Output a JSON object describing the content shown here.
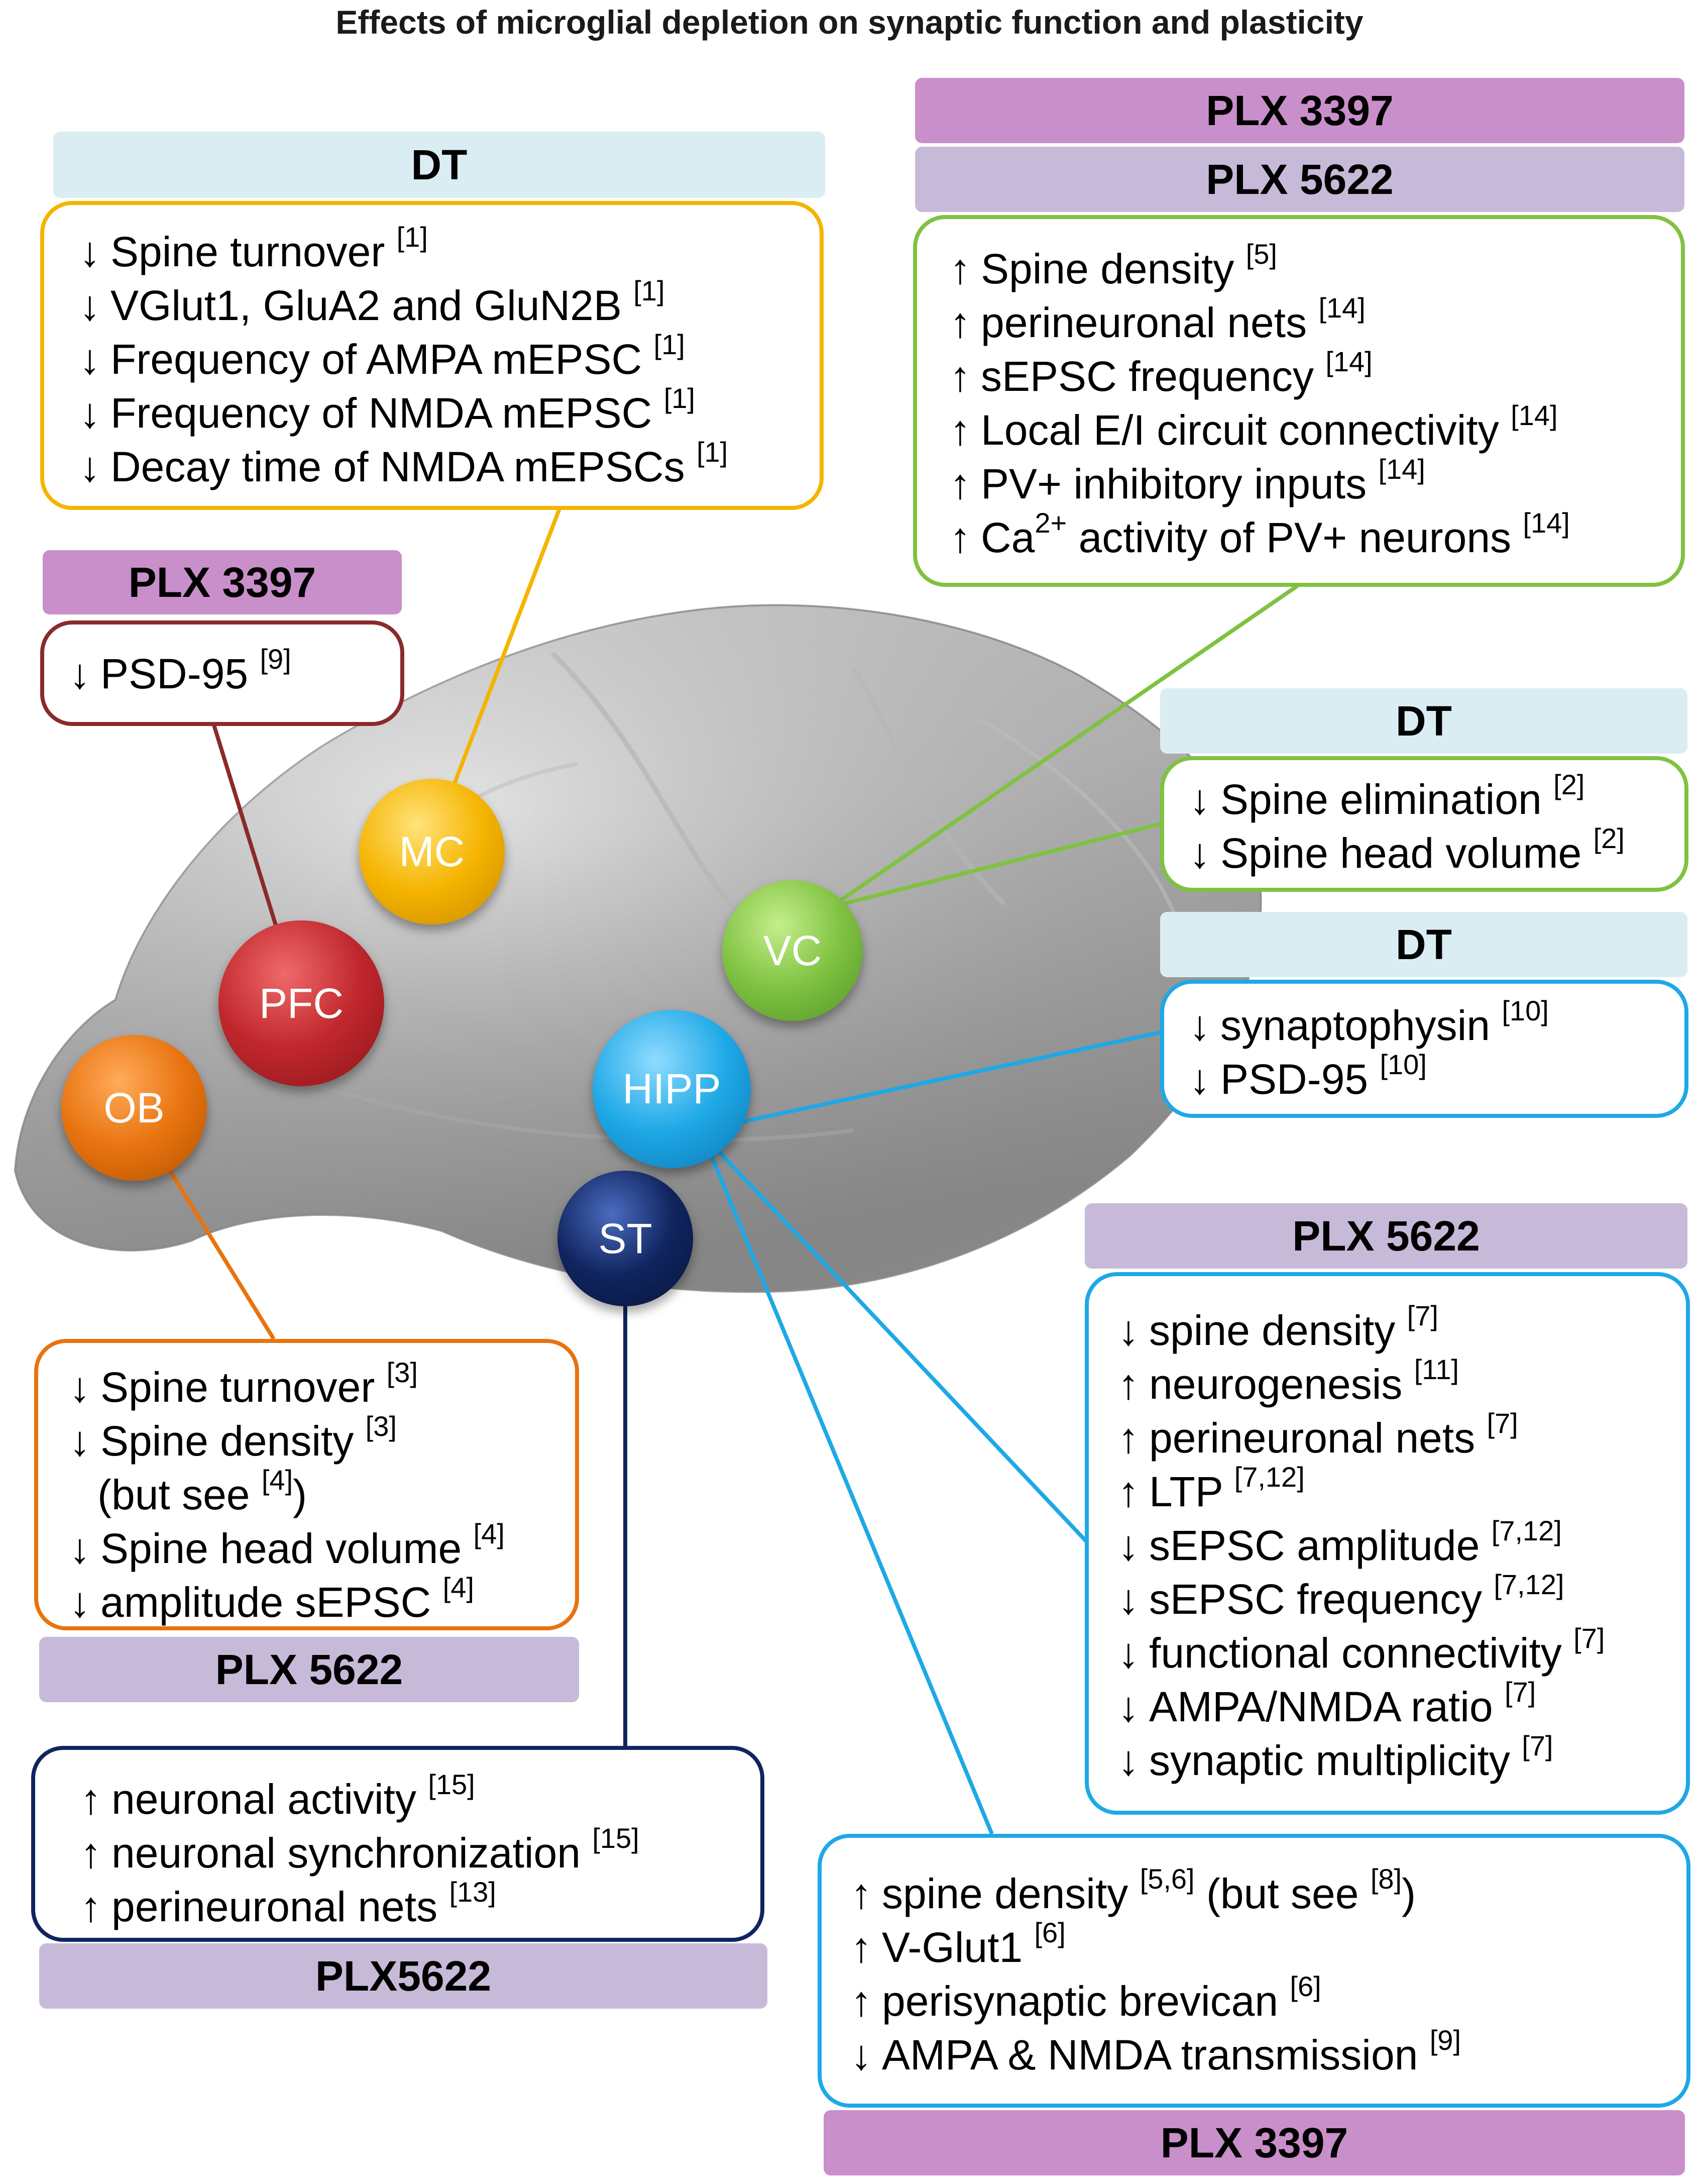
{
  "title": "Effects of microglial depletion on synaptic function and plasticity",
  "regions": [
    {
      "id": "mc",
      "label": "MC",
      "color": "#f5b400"
    },
    {
      "id": "pfc",
      "label": "PFC",
      "color": "#c0272d"
    },
    {
      "id": "ob",
      "label": "OB",
      "color": "#e8730f"
    },
    {
      "id": "vc",
      "label": "VC",
      "color": "#7fc241"
    },
    {
      "id": "hipp",
      "label": "HIPP",
      "color": "#1ea8e6"
    },
    {
      "id": "st",
      "label": "ST",
      "color": "#10255f"
    }
  ],
  "headers": {
    "dt_mc": "DT",
    "plx3397_pfc": "PLX 3397",
    "plx3397_vc": "PLX 3397",
    "plx5622_vc": "PLX 5622",
    "dt_vc": "DT",
    "dt_hipp": "DT",
    "plx5622_hipp": "PLX 5622",
    "plx5622_ob": "PLX 5622",
    "plx5622_st": "PLX5622",
    "plx3397_hipp": "PLX 3397"
  },
  "box_mc": [
    {
      "arrow": "↓",
      "text": "Spine turnover ",
      "ref": "[1]"
    },
    {
      "arrow": "↓",
      "text": "VGlut1, GluA2 and GluN2B ",
      "ref": "[1]"
    },
    {
      "arrow": "↓",
      "text": "Frequency of AMPA  mEPSC ",
      "ref": "[1]"
    },
    {
      "arrow": "↓",
      "text": "Frequency of NMDA mEPSC ",
      "ref": "[1]"
    },
    {
      "arrow": "↓",
      "text": "Decay time of NMDA mEPSCs ",
      "ref": "[1]"
    }
  ],
  "box_pfc": [
    {
      "arrow": "↓",
      "text": "PSD-95 ",
      "ref": "[9]"
    }
  ],
  "box_vc_plx": [
    {
      "arrow": "↑",
      "text": "Spine density ",
      "ref": "[5]"
    },
    {
      "arrow": "↑",
      "text": "perineuronal nets ",
      "ref": "[14]"
    },
    {
      "arrow": "↑",
      "text": "sEPSC frequency ",
      "ref": "[14]"
    },
    {
      "arrow": "↑",
      "text": "Local E/I circuit connectivity ",
      "ref": "[14]"
    },
    {
      "arrow": "↑",
      "text": "PV+ inhibitory inputs ",
      "ref": "[14]"
    },
    {
      "arrow": "↑",
      "text": "Ca",
      "sup": "2+",
      "text2": " activity of PV+ neurons ",
      "ref": "[14]"
    }
  ],
  "box_vc_dt": [
    {
      "arrow": "↓",
      "text": "Spine elimination ",
      "ref": "[2]"
    },
    {
      "arrow": "↓",
      "text": "Spine head volume ",
      "ref": "[2]"
    }
  ],
  "box_hipp_dt": [
    {
      "arrow": "↓",
      "text": "synaptophysin ",
      "ref": "[10]"
    },
    {
      "arrow": "↓",
      "text": "PSD-95 ",
      "ref": "[10]"
    }
  ],
  "box_hipp_plx5622": [
    {
      "arrow": "↓",
      "text": "spine density ",
      "ref": "[7]"
    },
    {
      "arrow": "↑",
      "text": "neurogenesis ",
      "ref": "[11]"
    },
    {
      "arrow": "↑",
      "text": "perineuronal nets ",
      "ref": "[7]"
    },
    {
      "arrow": "↑",
      "text": "LTP ",
      "ref": "[7,12]"
    },
    {
      "arrow": "↓",
      "text": "sEPSC amplitude ",
      "ref": "[7,12]"
    },
    {
      "arrow": "↓",
      "text": "sEPSC frequency ",
      "ref": "[7,12]"
    },
    {
      "arrow": "↓",
      "text": "functional connectivity ",
      "ref": "[7]"
    },
    {
      "arrow": "↓",
      "text": "AMPA/NMDA ratio ",
      "ref": "[7]"
    },
    {
      "arrow": "↓",
      "text": "synaptic multiplicity ",
      "ref": "[7]"
    }
  ],
  "box_ob": [
    {
      "arrow": "↓",
      "text": "Spine turnover ",
      "ref": "[3]"
    },
    {
      "arrow": "↓",
      "text": "Spine density ",
      "ref": "[3]"
    },
    {
      "arrow": "",
      "text": "(but see ",
      "ref": "[4]",
      "text2": ")"
    },
    {
      "arrow": "↓",
      "text": "Spine head volume ",
      "ref": "[4]"
    },
    {
      "arrow": "↓",
      "text": "amplitude sEPSC ",
      "ref": "[4]"
    }
  ],
  "box_st": [
    {
      "arrow": "↑",
      "text": "neuronal activity ",
      "ref": "[15]"
    },
    {
      "arrow": "↑",
      "text": "neuronal synchronization ",
      "ref": "[15]"
    },
    {
      "arrow": "↑",
      "text": "perineuronal nets ",
      "ref": "[13]"
    }
  ],
  "box_hipp_plx3397": [
    {
      "arrow": "↑",
      "text": "spine density ",
      "ref": "[5,6]",
      "text2": " (but see ",
      "ref2": "[8]",
      "text3": ")"
    },
    {
      "arrow": "↑",
      "text": "V-Glut1 ",
      "ref": "[6]"
    },
    {
      "arrow": "↑",
      "text": "perisynaptic brevican ",
      "ref": "[6]"
    },
    {
      "arrow": "↓",
      "text": "AMPA & NMDA transmission ",
      "ref": "[9]"
    }
  ]
}
